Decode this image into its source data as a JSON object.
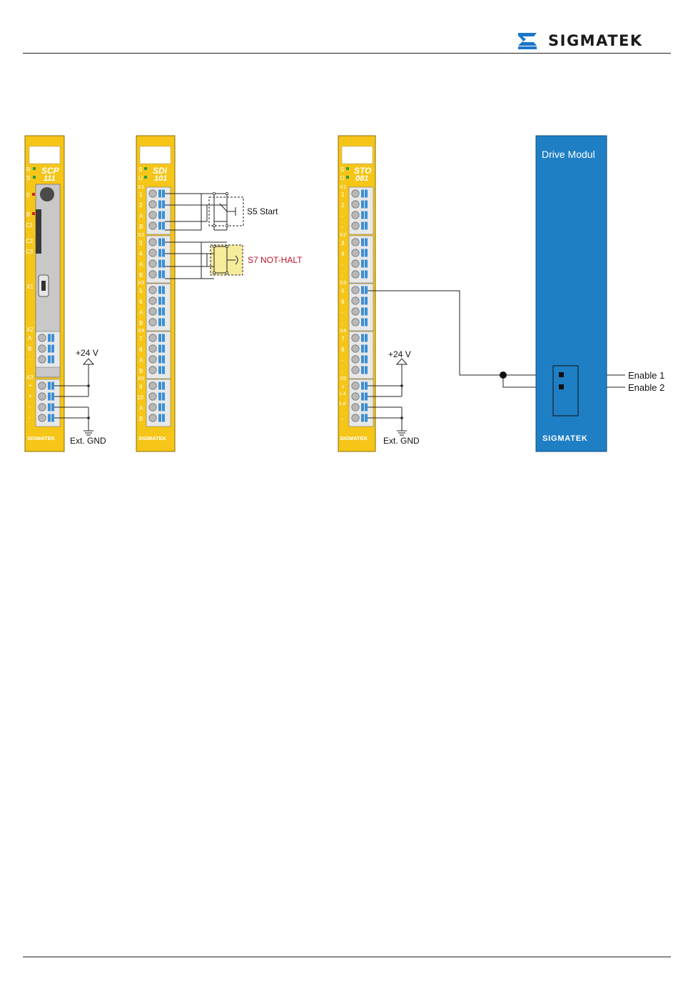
{
  "header": {
    "brand": "SIGMATEK"
  },
  "diagram": {
    "modules": {
      "scp": {
        "name": "SCP",
        "number": "111",
        "footer": "SIGMATEK",
        "leds": [
          "R",
          "S",
          "E",
          "B",
          "C1",
          "C2",
          "C3"
        ],
        "usb_label": "X1",
        "x2": "X2",
        "x3": "X3",
        "x2_pins": [
          "A",
          "B",
          "-"
        ],
        "x3_pins": [
          "+",
          "+",
          "-",
          "-"
        ]
      },
      "sdi": {
        "name": "SDI",
        "number": "101",
        "footer": "SIGMATEK",
        "leds": [
          "S",
          "U"
        ],
        "connectors": [
          "X1",
          "X2",
          "X3",
          "X4",
          "X5"
        ],
        "pins": [
          [
            "1",
            "2",
            "A",
            "B"
          ],
          [
            "3",
            "4",
            "A",
            "B"
          ],
          [
            "5",
            "6",
            "A",
            "B"
          ],
          [
            "7",
            "8",
            "A",
            "B"
          ],
          [
            "9",
            "10",
            "A",
            "B"
          ]
        ]
      },
      "sto": {
        "name": "STO",
        "number": "081",
        "footer": "SIGMATEK",
        "leds": [
          "S",
          "U"
        ],
        "connectors": [
          "X1",
          "X2",
          "X3",
          "X4",
          "X5"
        ],
        "pins": [
          [
            "1",
            "2",
            "-",
            "-"
          ],
          [
            "3",
            "4",
            "-",
            "-"
          ],
          [
            "5",
            "6",
            "-",
            "-"
          ],
          [
            "7",
            "8",
            "-",
            "-"
          ],
          [
            "+",
            "1-4",
            "5-8",
            "-"
          ]
        ]
      },
      "drive": {
        "title": "Drive Modul",
        "footer": "SIGMATEK"
      }
    },
    "labels": {
      "v24_left": "+24 V",
      "gnd_left": "Ext. GND",
      "v24_right": "+24 V",
      "gnd_right": "Ext. GND",
      "s5": "S5 Start",
      "s7": "S7 NOT-HALT",
      "enable1": "Enable 1",
      "enable2": "Enable 2"
    },
    "colors": {
      "module_yellow": "#f5c518",
      "drive_blue": "#1f7fc4",
      "s7_red": "#c0122a",
      "terminal_blue": "#3b8fd6"
    }
  }
}
